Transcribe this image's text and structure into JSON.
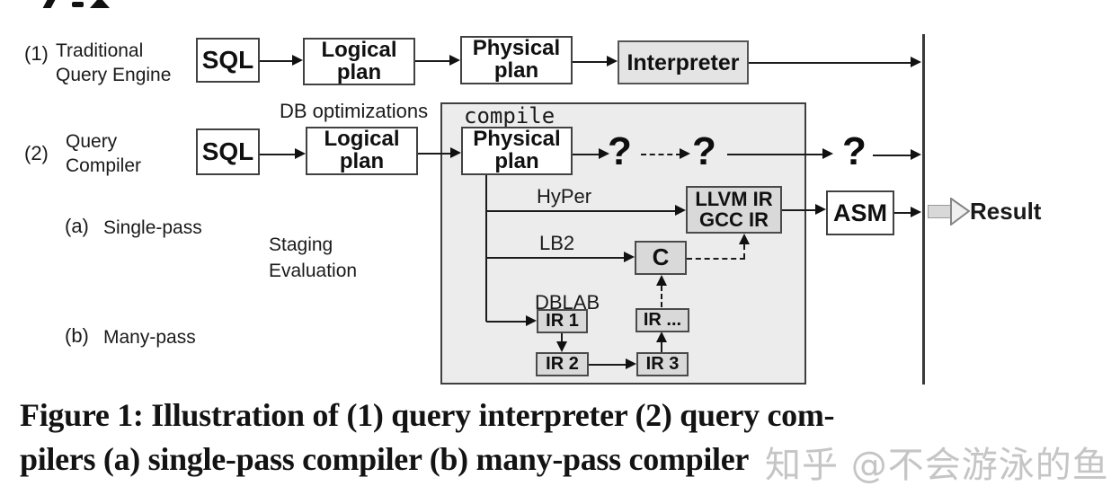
{
  "rows": {
    "r1_index": "(1)",
    "r1_line1": "Traditional",
    "r1_line2": "Query Engine",
    "r2_index": "(2)",
    "r2_line1": "Query",
    "r2_line2": "Compiler",
    "ra_index": "(a)",
    "ra_label": "Single-pass",
    "rb_index": "(b)",
    "rb_label": "Many-pass"
  },
  "boxes": {
    "sql": "SQL",
    "logical_line1": "Logical",
    "logical_line2": "plan",
    "physical_line1": "Physical",
    "physical_line2": "plan",
    "interpreter": "Interpreter",
    "llvm_line1": "LLVM IR",
    "llvm_line2": "GCC IR",
    "c": "C",
    "asm": "ASM",
    "ir1": "IR 1",
    "ir2": "IR 2",
    "ir3": "IR 3",
    "ir_more": "IR ..."
  },
  "labels": {
    "db_optimizations": "DB optimizations",
    "compile": "compile",
    "hyper": "HyPer",
    "lb2": "LB2",
    "dblab": "DBLAB",
    "staging_line1": "Staging",
    "staging_line2": "Evaluation",
    "question": "?",
    "result": "Result"
  },
  "caption": {
    "line1": "Figure 1: Illustration of (1) query interpreter (2) query com-",
    "line2": "pilers (a) single-pass compiler (b) many-pass compiler"
  },
  "watermark": "知乎 @不会游泳的鱼",
  "colors": {
    "line": "#1b1b1b",
    "box_border": "#414141",
    "gray_box": "#e4e4e4",
    "compile_bg": "#ececec",
    "ir_box": "#d9d9d9",
    "watermark": "#bbbbbb"
  }
}
